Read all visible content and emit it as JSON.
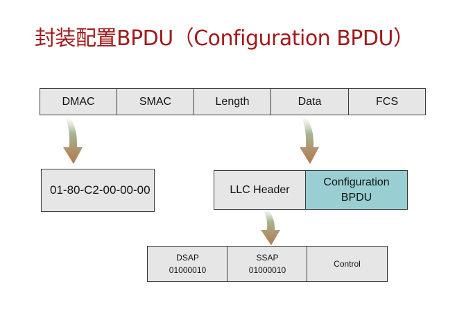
{
  "title": "封装配置BPDU（Configuration BPDU）",
  "ethernet_frame": {
    "fields": [
      "DMAC",
      "SMAC",
      "Length",
      "Data",
      "FCS"
    ]
  },
  "dmac_value": "01-80-C2-00-00-00",
  "data_breakdown": {
    "llc_header": "LLC Header",
    "payload": "Configuration BPDU",
    "payload_color": "#99cfd3"
  },
  "llc_breakdown": {
    "fields": [
      {
        "name": "DSAP",
        "value": "01000010"
      },
      {
        "name": "SSAP",
        "value": "01000010"
      },
      {
        "name": "Control",
        "value": ""
      }
    ]
  },
  "colors": {
    "title": "#a11a1a",
    "cell_fill": "#e6e6e6",
    "arrow_top": "#a7b694",
    "arrow_bottom": "#b4764a"
  }
}
